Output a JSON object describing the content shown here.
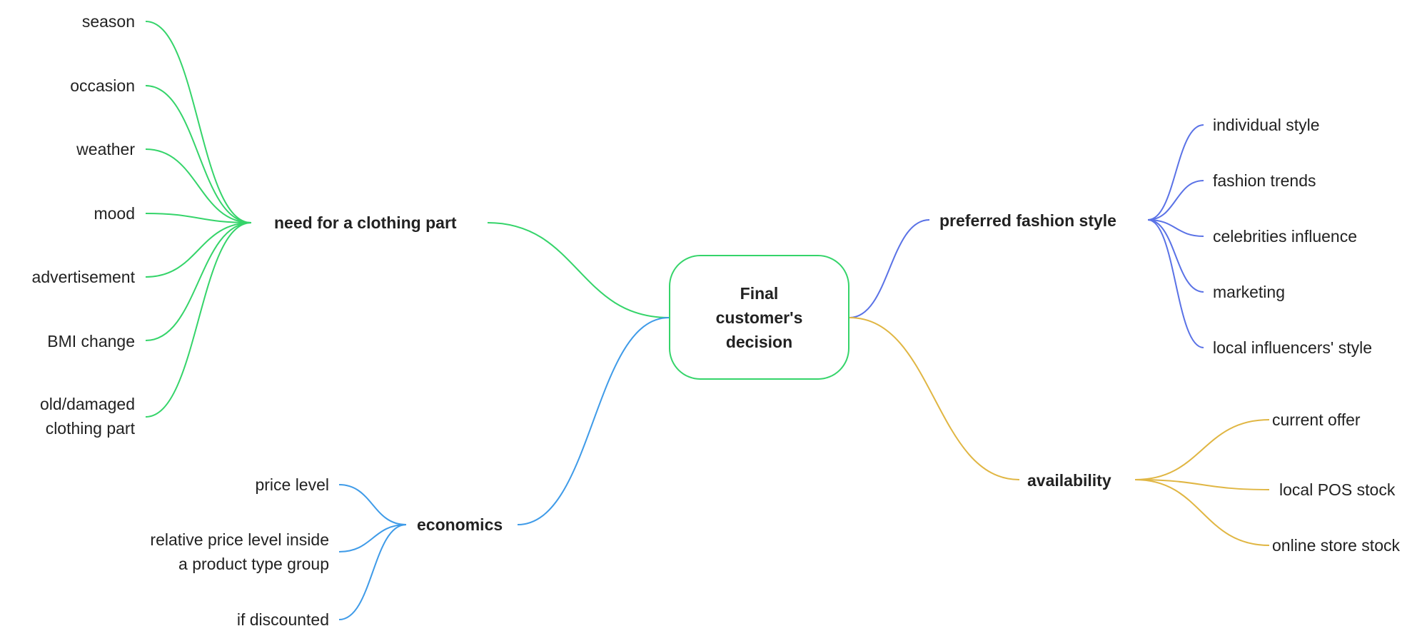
{
  "center": {
    "text": "Final\ncustomer's\ndecision",
    "color": "#35d46a"
  },
  "colors": {
    "need": "#35d46a",
    "economics": "#3f9be8",
    "style": "#5a72e6",
    "availability": "#e0b643"
  },
  "branches": {
    "need": {
      "label": "need for a clothing part",
      "items": [
        "season",
        "occasion",
        "weather",
        "mood",
        "advertisement",
        "BMI change",
        "old/damaged\nclothing part"
      ]
    },
    "economics": {
      "label": "economics",
      "items": [
        "price level",
        "relative price level inside\na product type group",
        "if discounted"
      ]
    },
    "style": {
      "label": "preferred fashion style",
      "items": [
        "individual style",
        "fashion trends",
        "celebrities influence",
        "marketing",
        "local influencers' style"
      ]
    },
    "availability": {
      "label": "availability",
      "items": [
        "current offer",
        "local POS stock",
        "online store stock"
      ]
    }
  }
}
